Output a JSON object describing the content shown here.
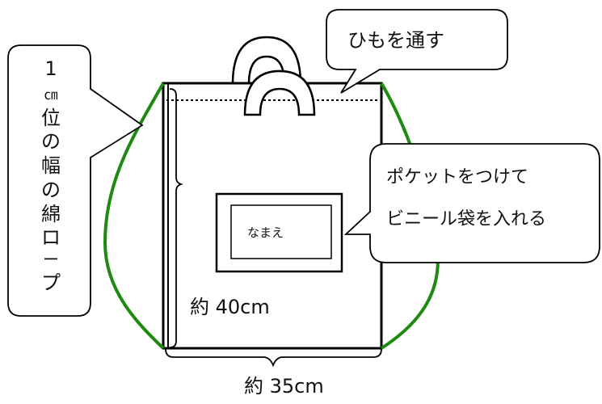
{
  "labels": {
    "rope": [
      "1",
      "㎝",
      "位",
      "の",
      "幅",
      "の",
      "綿",
      "ロ",
      "ー",
      "プ"
    ],
    "string": "ひもを通す",
    "pocket_line1": "ポケットをつけて",
    "pocket_line2": "ビニール袋を入れる",
    "name_tag": "なまえ",
    "height": "約 40cm",
    "width": "約 35cm"
  },
  "colors": {
    "rope": "#1e8a10",
    "outline": "#000000",
    "background": "#ffffff"
  }
}
